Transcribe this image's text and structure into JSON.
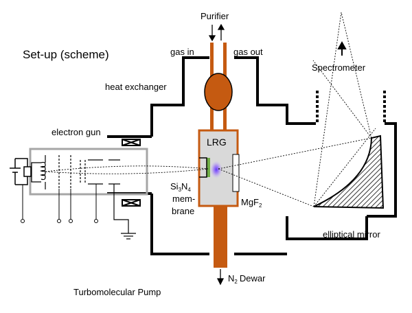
{
  "title": "Set-up (scheme)",
  "labels": {
    "purifier": "Purifier",
    "gas_in": "gas in",
    "gas_out": "gas out",
    "spectrometer": "Spectrometer",
    "heat_exchanger": "heat exchanger",
    "electron_gun": "electron gun",
    "lrg": "LRG",
    "si": "Si",
    "si_sub1": "3",
    "n": "N",
    "si_sub2": "4",
    "membrane_1": "mem-",
    "membrane_2": "brane",
    "mgf": "MgF",
    "mgf_sub": "2",
    "elliptical_mirror": "elliptical mirror",
    "n2_n": "N",
    "n2_sub": "2",
    "dewar": "Dewar",
    "turbomolecular_pump": "Turbomolecular Pump"
  },
  "colors": {
    "copper": "#c55a11",
    "chamber_line": "#000000",
    "cell_fill": "#d9d9d9",
    "gun_outline": "#a6a6a6",
    "membrane": "#70ad47",
    "glow": "#7f3fff"
  }
}
